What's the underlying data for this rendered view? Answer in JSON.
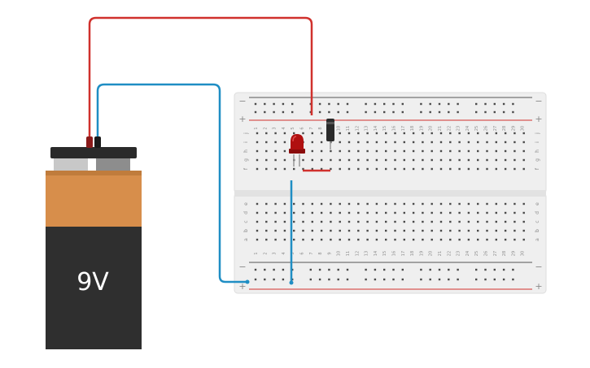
{
  "battery": {
    "label": "9V",
    "body_color": "#d78e4b",
    "lower_color": "#2f2f2f",
    "cap_color": "#2a2a2a",
    "terminal_color": "#c8c8c8"
  },
  "breadboard": {
    "columns": 30,
    "top_rows": [
      "j",
      "i",
      "h",
      "g",
      "f"
    ],
    "bottom_rows": [
      "e",
      "d",
      "c",
      "b",
      "a"
    ],
    "rail_minus": "−",
    "rail_plus": "+",
    "board_color": "#efefef",
    "rail_red": "#d0312d",
    "rail_line_gray": "#555555",
    "hole_color": "#4a4a4a"
  },
  "components": {
    "led": {
      "color": "#b01010",
      "column": 5
    },
    "resistor": {
      "color": "#2a2a2a",
      "column": 9
    },
    "jumper": {
      "color": "#d0312d"
    }
  },
  "wires": {
    "positive_color": "#d0312d",
    "negative_color": "#1f8ec4"
  }
}
